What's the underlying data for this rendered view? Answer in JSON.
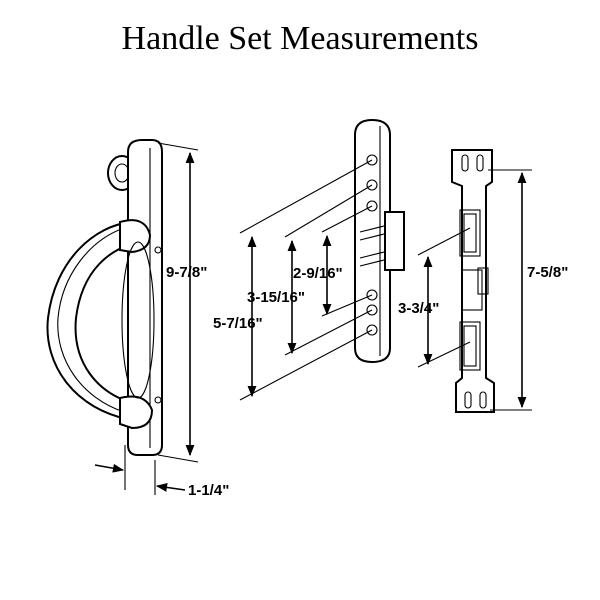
{
  "title": "Handle Set Measurements",
  "dimensions": {
    "handle_height": "9-7/8\"",
    "handle_depth": "1-1/4\"",
    "mortise_inner": "2-9/16\"",
    "mortise_middle": "3-15/16\"",
    "mortise_outer": "5-7/16\"",
    "plate_inner": "3-3/4\"",
    "plate_outer": "7-5/8\""
  }
}
